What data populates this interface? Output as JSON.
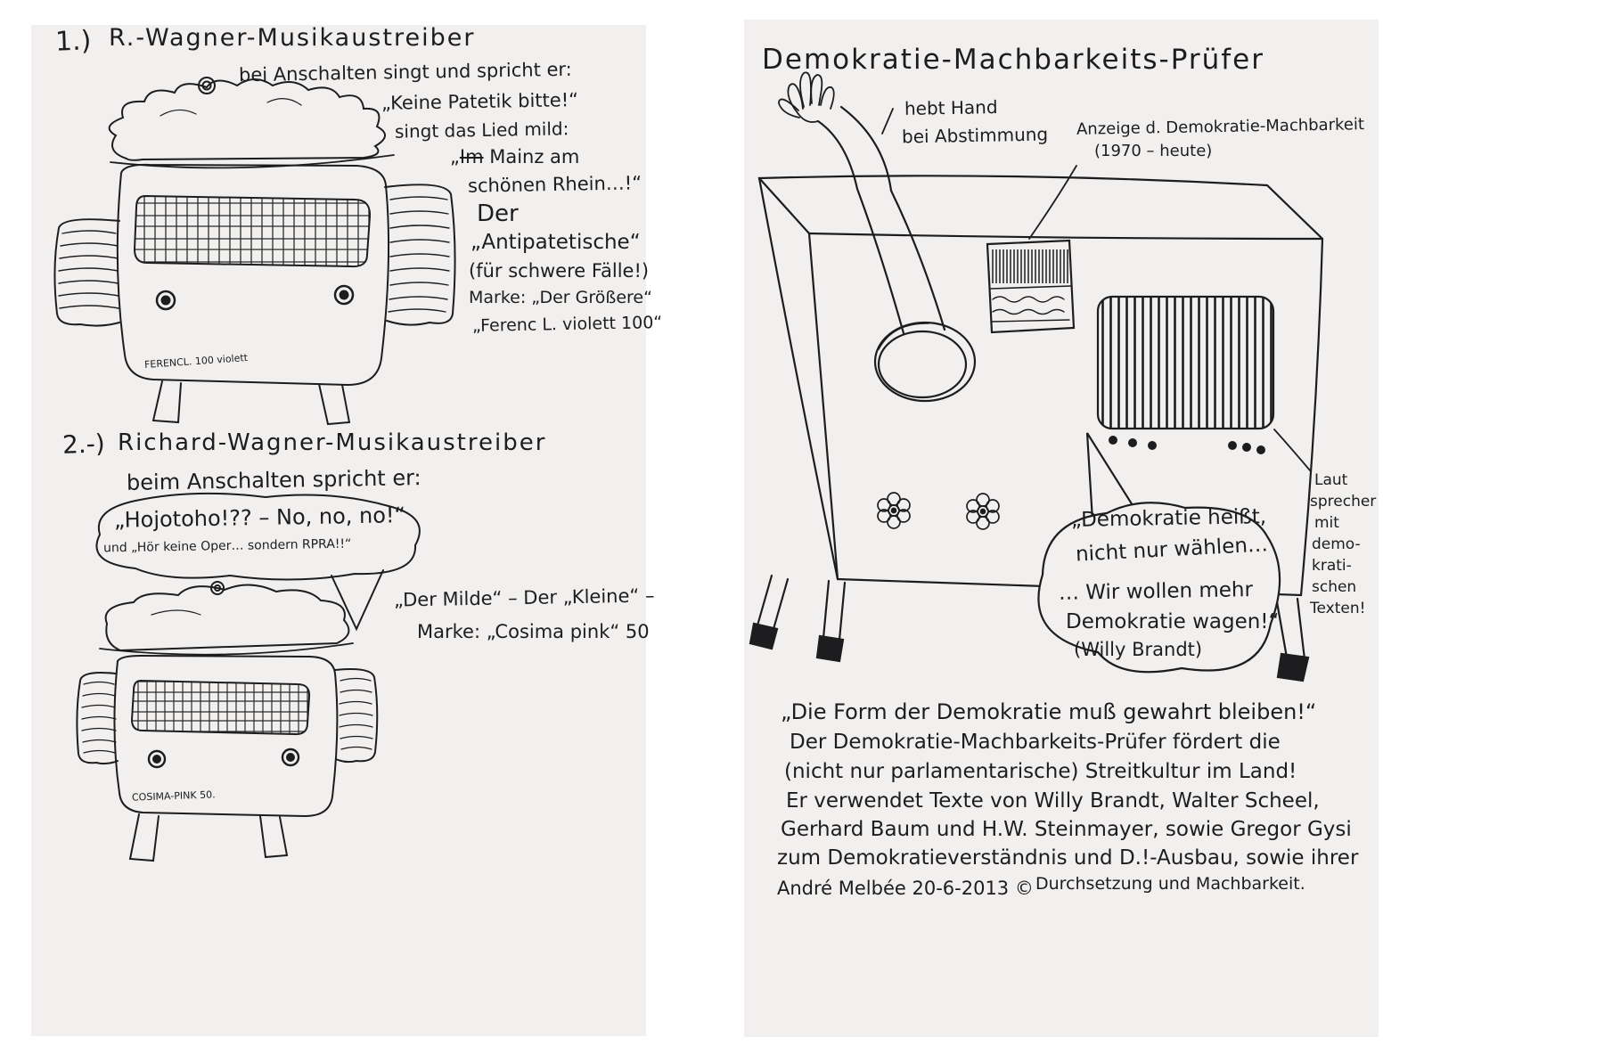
{
  "colors": {
    "paper": "#f1f0ee",
    "ink": "#1d1d1f",
    "background": "#ffffff"
  },
  "left": {
    "s1": {
      "num": "1.)",
      "title": "R.-Wagner-Musikaustreiber",
      "line1": "bei Anschalten singt und spricht er:",
      "quote1": "„Keine Patetik bitte!“",
      "line2": "singt das Lied mild:",
      "quote2_open": "„",
      "quote2_struck": "Im",
      "quote2_rest": " Mainz am",
      "quote2b": "schönen Rhein…!“",
      "note1": "Der",
      "note2": "„Antipatetische“",
      "note3": "(für schwere Fälle!)",
      "note4": "Marke: „Der Größere“",
      "note5": "„Ferenc L. violett 100“",
      "radio_label": "FERENCL. 100 violett"
    },
    "s2": {
      "num": "2.-)",
      "title": "Richard-Wagner-Musikaustreiber",
      "line1": "beim Anschalten spricht er:",
      "bubble1": "„Hojotoho!?? – No, no, no!“",
      "bubble2": "und „Hör keine Oper… sondern RPRA!!“",
      "note1": "„Der Milde“ – Der „Kleine“ –",
      "note2": "Marke: „Cosima pink“ 50",
      "radio_label": "COSIMA-PINK 50."
    }
  },
  "right": {
    "title": "Demokratie-Machbarkeits-Prüfer",
    "hand_label1": "hebt Hand",
    "hand_label2": "bei Abstimmung",
    "display_label1": "Anzeige d. Demokratie-Machbarkeit",
    "display_label2": "(1970 – heute)",
    "bubble": [
      "„Demokratie heißt,",
      "nicht nur wählen…",
      "… Wir wollen mehr",
      "Demokratie wagen!“",
      "(Willy Brandt)"
    ],
    "speaker_note": [
      "Laut",
      "sprecher",
      "mit",
      "demo-",
      "krati-",
      "schen",
      "Texten!"
    ],
    "paragraph": [
      "„Die Form der Demokratie muß gewahrt bleiben!“",
      "Der Demokratie-Machbarkeits-Prüfer fördert die",
      "(nicht nur parlamentarische) Streitkultur im Land!",
      "Er verwendet Texte von Willy Brandt, Walter Scheel,",
      "Gerhard Baum und H.W. Steinmayer, sowie Gregor Gysi",
      "zum Demokratieverständnis und D.!-Ausbau, sowie ihrer",
      "Durchsetzung und Machbarkeit."
    ],
    "signature": "André Melbée 20-6-2013 ©"
  }
}
